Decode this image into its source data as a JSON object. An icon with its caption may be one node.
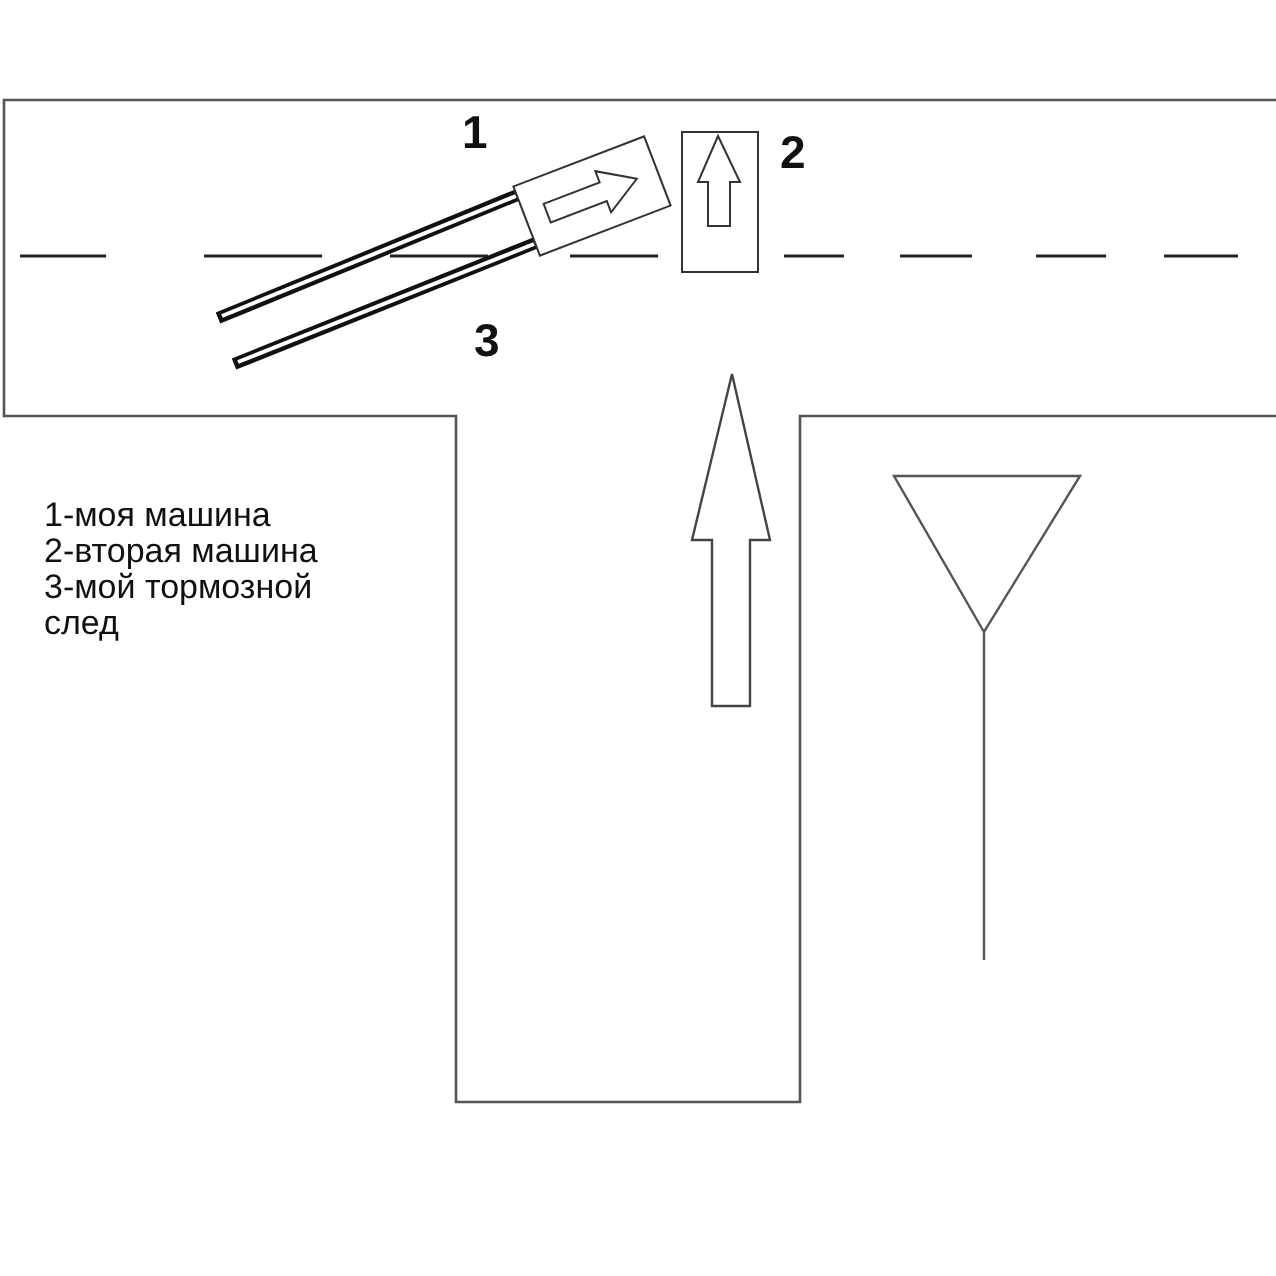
{
  "diagram": {
    "labels": [
      "1",
      "2",
      "3",
      "1-моя машина",
      "2-вторая машина",
      "3-мой тормозной след"
    ]
  }
}
